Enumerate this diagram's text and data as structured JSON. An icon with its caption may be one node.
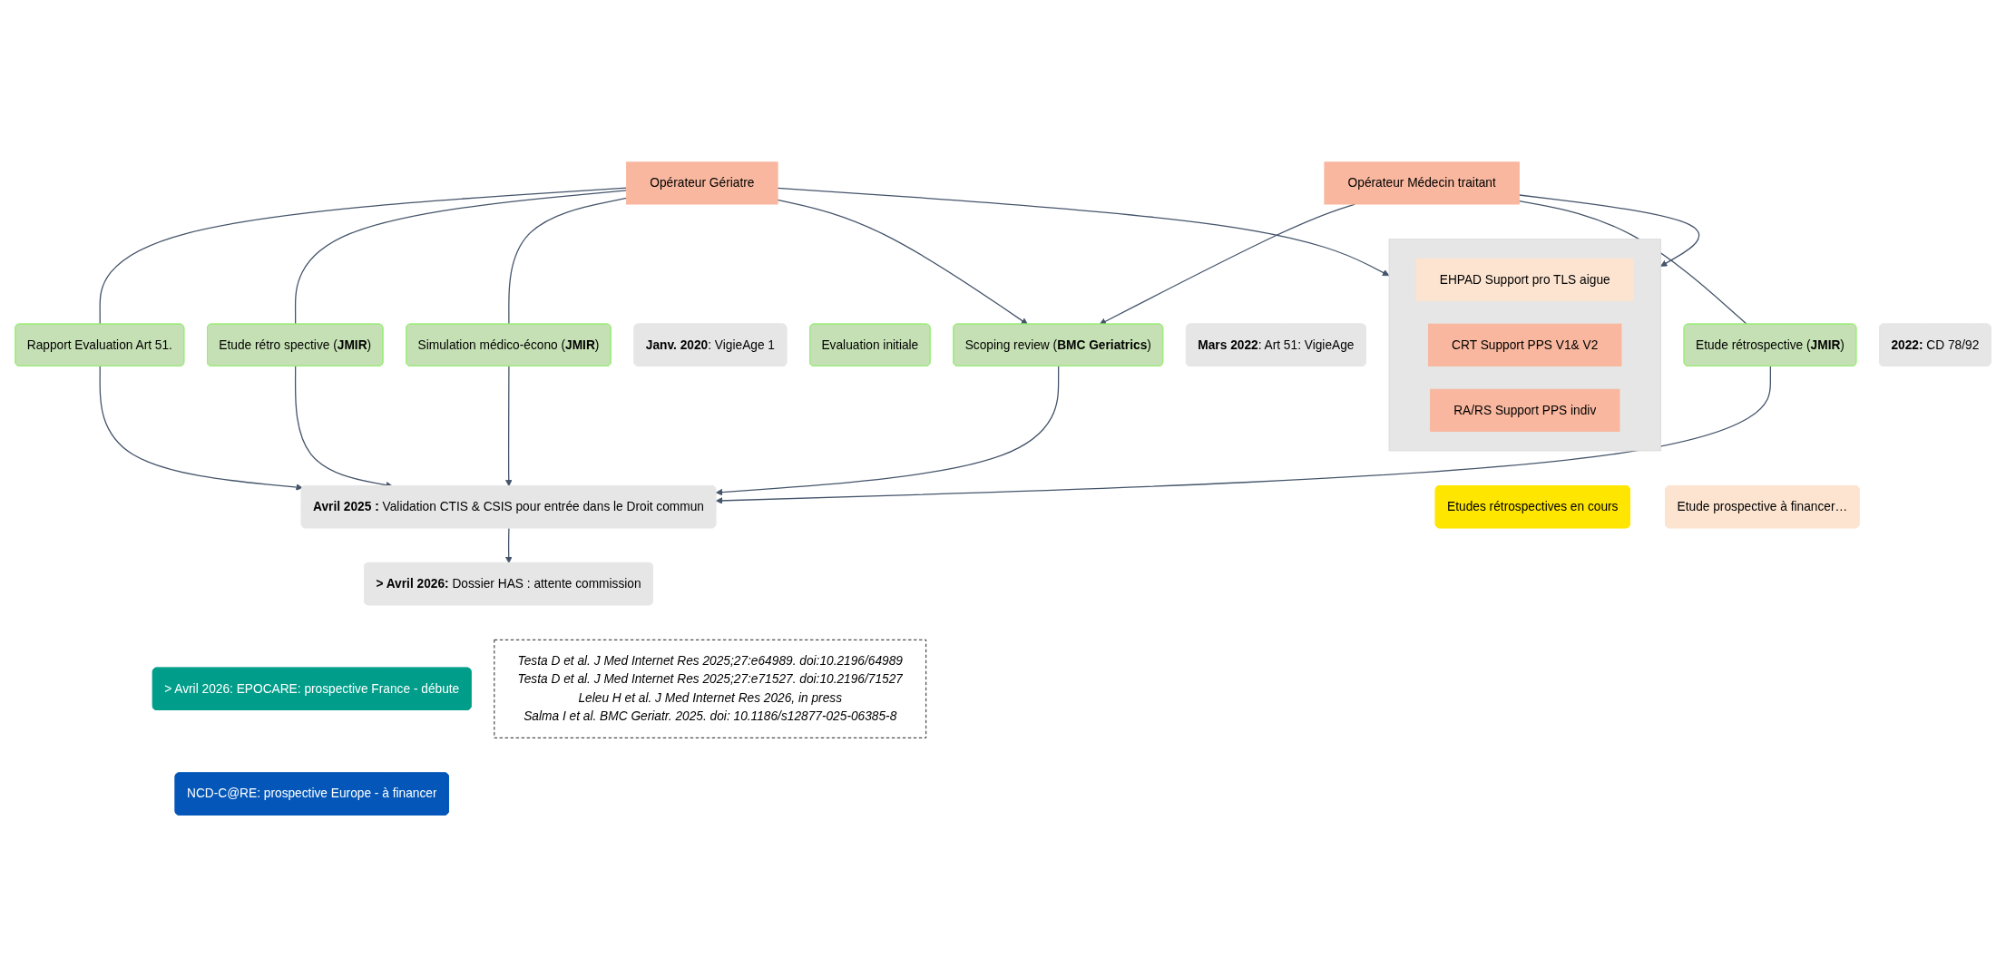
{
  "diagram": {
    "nodes": [
      {
        "text": [
          "Opérateur Gériatre"
        ]
      },
      {
        "text": [
          "Opérateur Médecin traitant"
        ]
      },
      {
        "text": [],
        "shape": "box"
      },
      {
        "text": [
          "EHPAD Support pro TLS aigue"
        ],
        "in": 2
      },
      {
        "text": [
          "CRT Support PPS V1& V2"
        ],
        "in": 2
      },
      {
        "text": [
          "RA/RS Support PPS indiv"
        ],
        "in": 2
      },
      {
        "text": [
          "**Janv. 2020**: VigieAge 1"
        ]
      },
      {
        "text": [
          "Evaluation initiale"
        ]
      },
      {
        "text": [
          "**Mars 2022**: Art 51: VigieAge"
        ]
      },
      {
        "text": [
          "**2022:** CD 78/92"
        ]
      },
      {
        "text": [
          "Etudes rétrospectives en cours"
        ]
      },
      {
        "text": [
          "Etude prospective à financer…"
        ]
      },
      {
        "text": [
          "Rapport Evaluation Art 51."
        ]
      },
      {
        "text": [
          "Etude rétro spective (**JMIR**)"
        ]
      },
      {
        "text": [
          "Simulation médico-écono (**JMIR**)"
        ]
      },
      {
        "text": [
          "Scoping review (**BMC Geriatrics**)"
        ]
      },
      {
        "text": [
          "Etude rétrospective (**JMIR**)"
        ]
      },
      {
        "text": [
          "**Avril 2025 :** Validation CTIS & CSIS pour entrée dans le Droit commun"
        ]
      },
      {
        "text": [
          "**> Avril 2026:** Dossier HAS : attente commission"
        ]
      },
      {
        "text": [
          "> Avril 2026: EPOCARE: prospective France - débute"
        ]
      },
      {
        "text": [
          "NCD-C@RE: prospective Europe - à financer"
        ]
      },
      {
        "text": [
          "Testa D et al. J Med Internet Res 2025;27:e64989. doi:10.2196/64989",
          "Testa D et al. J Med Internet Res 2025;27:e71527. doi:10.2196/71527",
          "Leleu H et al.  J Med Internet Res 2026, in press",
          "Salma I et al. BMC Geriatr. 2025. doi: 10.1186/s12877-025-06385-8"
        ]
      }
    ],
    "edges": [
      {
        "from": 0,
        "to": 12,
        "arrow": "none"
      },
      {
        "from": 0,
        "to": 13,
        "arrow": "none"
      },
      {
        "from": 0,
        "to": 14,
        "arrow": "none"
      },
      {
        "from": 0,
        "to": 15,
        "arrow": "to"
      },
      {
        "from": 0,
        "to": 2,
        "arrow": "to"
      },
      {
        "from": 1,
        "to": 2,
        "arrow": "to"
      },
      {
        "from": 1,
        "to": 15,
        "arrow": "to"
      },
      {
        "from": 1,
        "to": 16,
        "arrow": "none"
      },
      {
        "from": 12,
        "to": 17,
        "arrow": "to"
      },
      {
        "from": 13,
        "to": 17,
        "arrow": "to"
      },
      {
        "from": 14,
        "to": 17,
        "arrow": "to"
      },
      {
        "from": 15,
        "to": 17,
        "arrow": "to"
      },
      {
        "from": 16,
        "to": 17,
        "arrow": "to"
      },
      {
        "from": 17,
        "to": 18,
        "arrow": "to"
      }
    ]
  }
}
